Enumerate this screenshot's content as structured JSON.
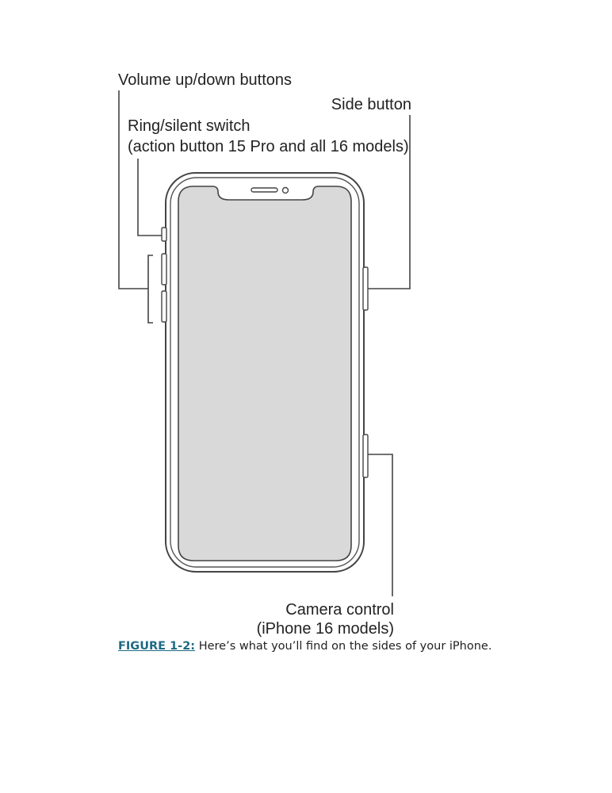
{
  "labels": {
    "volume": "Volume up/down buttons",
    "side": "Side button",
    "ring_line1": "Ring/silent switch",
    "ring_line2": "(action button 15 Pro and all 16 models)",
    "camera_line1": "Camera control",
    "camera_line2": "(iPhone 16 models)"
  },
  "caption": {
    "figure_ref": "FIGURE 1-2:",
    "text": "Here’s what you’ll find on the sides of your iPhone."
  },
  "colors": {
    "screen": "#d9d9d9",
    "line": "#444444",
    "link": "#1e6a82"
  }
}
